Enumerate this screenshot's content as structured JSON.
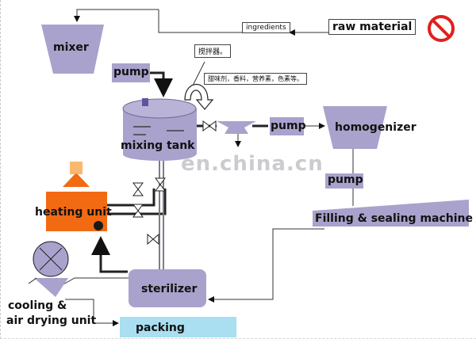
{
  "labels": {
    "raw_material": "raw material",
    "ingredients": "ingredients",
    "mixer": "mixer",
    "pump_top": "pump",
    "stirrer_cn": "搅拌器。",
    "additives_cn": "甜味剂，香料，营养素，色素等。",
    "mixing_tank": "mixing tank",
    "pump_mid": "pump",
    "homogenizer": "homogenizer",
    "pump_right": "pump",
    "filling_sealing": "Filling & sealing machine",
    "heating_unit": "heating unit",
    "sterilizer": "sterilizer",
    "cooling_line1": "cooling &",
    "cooling_line2": "air drying unit",
    "packing": "packing"
  },
  "watermark": "en.china.cn",
  "colors": {
    "equipment": "#a9a2cc",
    "heating": "#f26a12",
    "packing": "#a9dff1",
    "prohibit": "#e0201c"
  },
  "icons": [
    "prohibit-icon",
    "heat-arrow-icon",
    "valve-icon",
    "fan-icon",
    "rotation-arrow-icon"
  ]
}
